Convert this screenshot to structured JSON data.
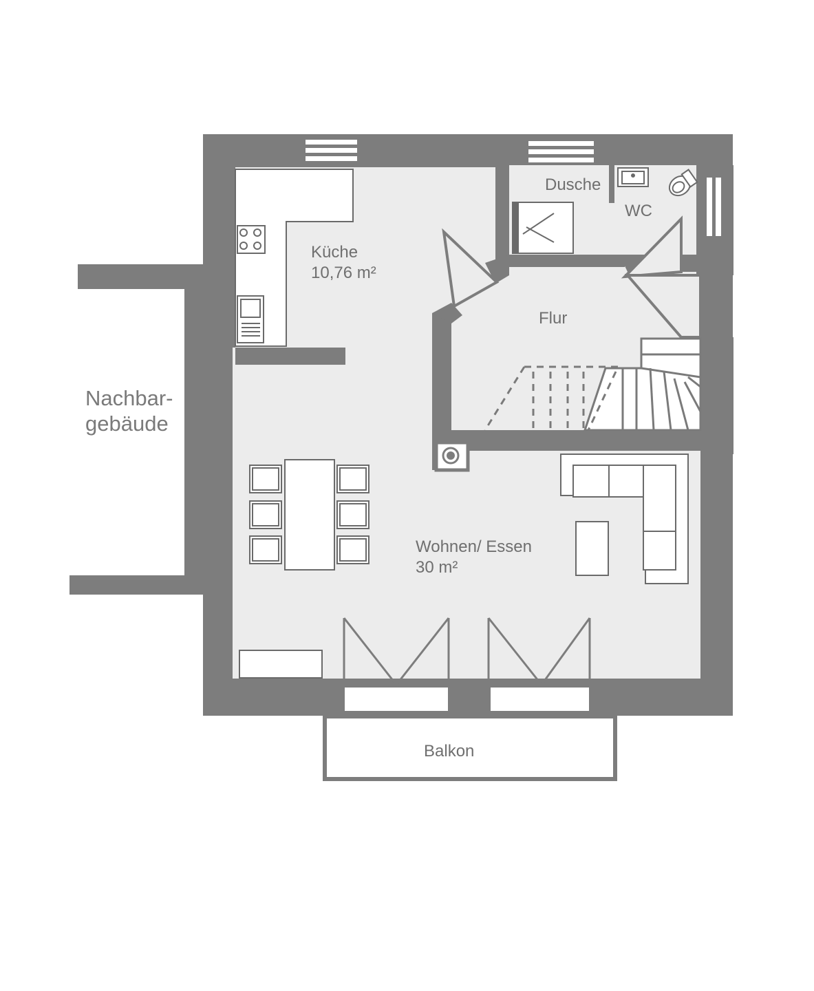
{
  "rooms": {
    "kueche": {
      "name": "Küche",
      "area": "10,76 m²"
    },
    "dusche": {
      "name": "Dusche"
    },
    "wc": {
      "name": "WC"
    },
    "flur": {
      "name": "Flur"
    },
    "wohnen": {
      "name": "Wohnen/ Essen",
      "area": "30 m²"
    },
    "balkon": {
      "name": "Balkon"
    }
  },
  "neighbor": {
    "line1": "Nachbar-",
    "line2": "gebäude"
  },
  "colors": {
    "wall": "#7d7d7d",
    "floor": "#ececec",
    "furniture_stroke": "#6a6a6a",
    "label": "#6f6f6f"
  }
}
